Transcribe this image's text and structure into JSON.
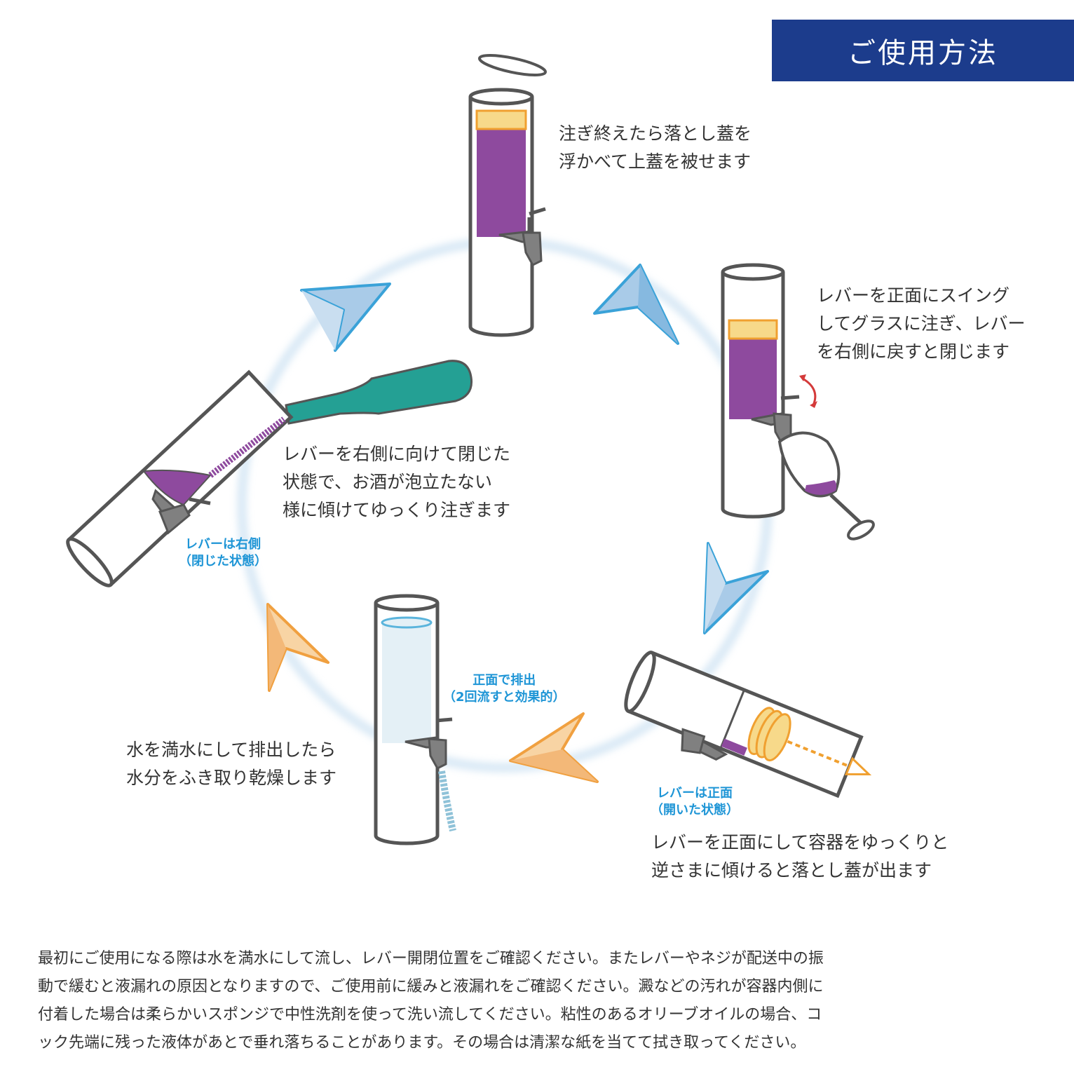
{
  "header": {
    "title": "ご使用方法"
  },
  "steps": {
    "top": [
      "注ぎ終えたら落とし蓋を",
      "浮かべて上蓋を被せます"
    ],
    "right": [
      "レバーを正面にスイング",
      "してグラスに注ぎ、レバー",
      "を右側に戻すと閉じます"
    ],
    "bottom_right": [
      "レバーを正面にして容器をゆっくりと",
      "逆さまに傾けると落とし蓋が出ます"
    ],
    "bottom_left": [
      "水を満水にして排出したら",
      "水分をふき取り乾燥します"
    ],
    "left": [
      "レバーを右側に向けて閉じた",
      "状態で、お酒が泡立たない",
      "様に傾けてゆっくり注ぎます"
    ]
  },
  "notes": {
    "lever_right": [
      "レバーは右側",
      "（閉じた状態）"
    ],
    "lever_front": [
      "レバーは正面",
      "（開いた状態）"
    ],
    "drain_front": [
      "正面で排出",
      "（2回流すと効果的）"
    ]
  },
  "footer": [
    "最初にご使用になる際は水を満水にして流し、レバー開閉位置をご確認ください。またレバーやネジが配送中の振",
    "動で緩むと液漏れの原因となりますので、ご使用前に緩みと液漏れをご確認ください。澱などの汚れが容器内側に",
    "付着した場合は柔らかいスポンジで中性洗剤を使って洗い流してください。粘性のあるオリーブオイルの場合、コ",
    "ック先端に残った液体があとで垂れ落ちることがあります。その場合は清潔な紙を当てて拭き取ってください。"
  ],
  "colors": {
    "header_bg": "#1c3c8c",
    "sake": "#8e4a9e",
    "lid": "#f7d98a",
    "lid_edge": "#f0a030",
    "arrow_blue": "#3aa2d8",
    "arrow_orange": "#f0a040",
    "bottle": "#24a094",
    "water": "#e4f0f6",
    "note_text": "#1e95d6"
  },
  "icons": [
    "arrow-icon",
    "bottle-icon",
    "wine-glass-icon",
    "dispenser-icon",
    "spigot-icon",
    "lid-icon"
  ]
}
